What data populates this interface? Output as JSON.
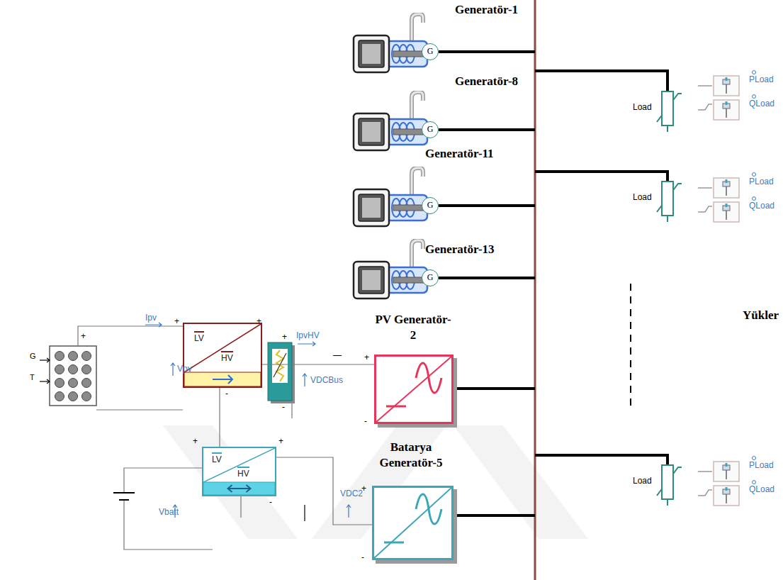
{
  "diagram": {
    "nodes": [
      {
        "text": [
          "G"
        ]
      },
      {
        "text": [
          "G"
        ]
      },
      {
        "text": [
          "G"
        ]
      },
      {
        "text": [
          "G"
        ]
      },
      {
        "text": [
          "Load"
        ]
      },
      {
        "text": [
          "Load"
        ]
      },
      {
        "text": [
          "LV",
          "HV"
        ]
      },
      {
        "text": [
          "PV Generatör-2"
        ]
      },
      {
        "text": [
          "LV",
          "HV"
        ]
      },
      {
        "text": [
          "Batarya Generatör-5"
        ]
      },
      {
        "text": [
          "Load"
        ]
      }
    ],
    "edges": [
      {
        "from": 6,
        "to": 7,
        "arrow": "none"
      },
      {
        "from": 8,
        "to": 9,
        "arrow": "none"
      },
      {
        "from": 6,
        "to": 8,
        "arrow": "none"
      }
    ],
    "labels": [
      "Generatör-1",
      "Generatör-8",
      "Generatör-11",
      "Generatör-13",
      "PLoad",
      "QLoad",
      "PLoad",
      "QLoad",
      "PLoad",
      "QLoad",
      "Yükler",
      "Ipv",
      "Vpv",
      "IpvHV",
      "VDCBus",
      "Vbatt",
      "VDC2",
      "G",
      "T",
      "+",
      "+",
      "+",
      "-",
      "+",
      "-",
      "—",
      "+",
      "-",
      "+",
      "+",
      "-",
      "+",
      "-"
    ]
  }
}
